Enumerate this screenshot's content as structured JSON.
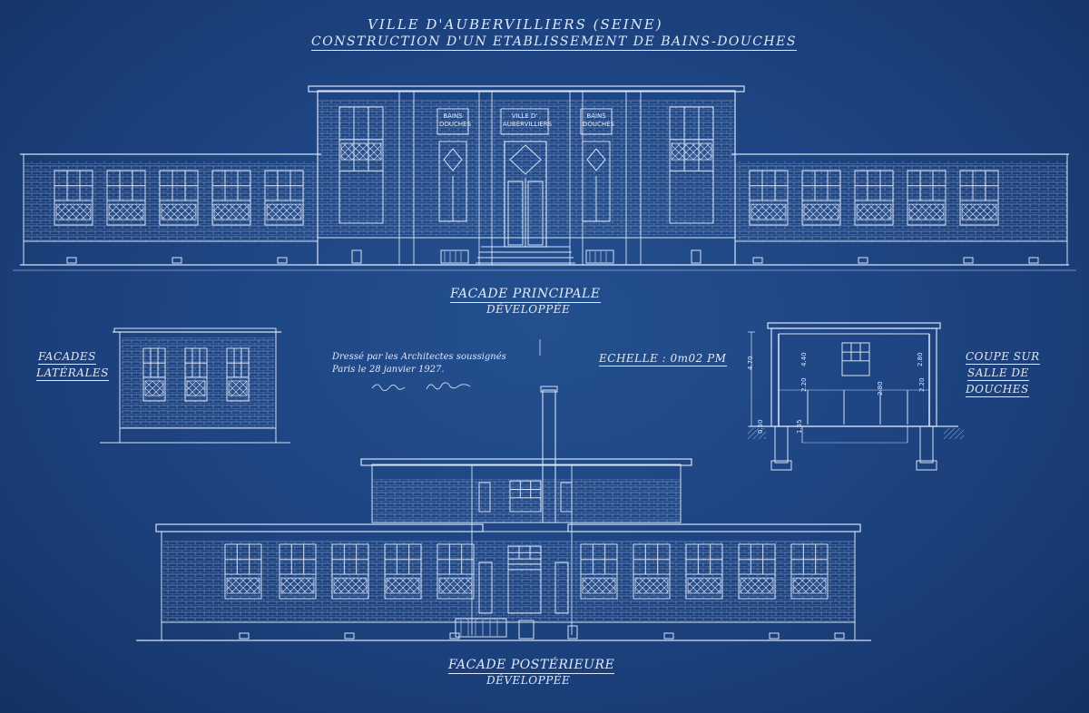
{
  "title": {
    "line1": "VILLE D'AUBERVILLIERS (SEINE)",
    "line2": "CONSTRUCTION D'UN ETABLISSEMENT DE BAINS-DOUCHES"
  },
  "signs": {
    "left": "BAINS DOUCHES",
    "center": "VILLE D' AUBERVILLIERS",
    "right": "BAINS DOUCHES"
  },
  "labels": {
    "facade_principale": "FACADE PRINCIPALE",
    "facade_principale_sub": "DÉVELOPPÉE",
    "facades_laterales_1": "FACADES",
    "facades_laterales_2": "LATÉRALES",
    "dresse_1": "Dressé par les Architectes soussignés",
    "dresse_2": "Paris le 28 janvier 1927.",
    "echelle": "ECHELLE : 0m02 PM",
    "coupe_1": "COUPE SUR",
    "coupe_2": "SALLE DE",
    "coupe_3": "DOUCHES",
    "facade_posterieure": "FACADE POSTÉRIEURE",
    "facade_posterieure_sub": "DÉVELOPPÉE"
  },
  "section_dimensions": [
    "4.70",
    "4.40",
    "2.20",
    "2.80",
    "2.20",
    "1.55",
    "0.50",
    "2.80"
  ],
  "colors": {
    "paper": "#1e4583",
    "line": "#d6e2f5",
    "line_faint": "#8fa9d3"
  }
}
